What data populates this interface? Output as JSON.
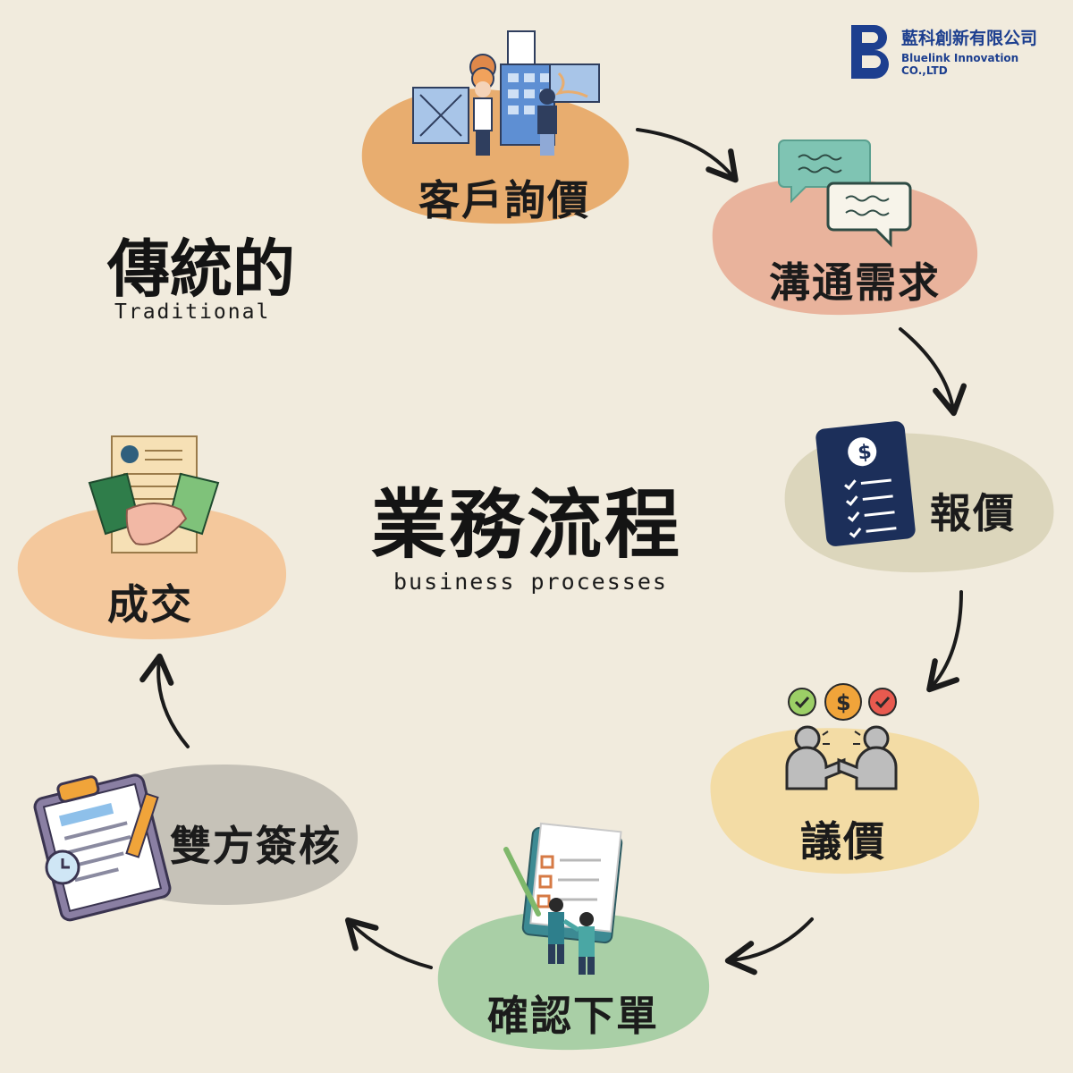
{
  "logo": {
    "name_zh": "藍科創新有限公司",
    "name_en": "Bluelink Innovation CO.,LTD",
    "mark_letter": "B",
    "color": "#1d3f8f"
  },
  "heading": {
    "main": "傳統的",
    "sub": "Traditional"
  },
  "center": {
    "main": "業務流程",
    "sub": "business processes"
  },
  "steps": [
    {
      "label": "客戶詢價",
      "color": "#e8ad6f",
      "icon": "customer-inquiry-illustration"
    },
    {
      "label": "溝通需求",
      "color": "#e9b39c",
      "icon": "chat-bubbles-icon"
    },
    {
      "label": "報價",
      "color": "#dcd6bc",
      "icon": "quote-document-icon"
    },
    {
      "label": "議價",
      "color": "#f3dca5",
      "icon": "negotiation-icon"
    },
    {
      "label": "確認下單",
      "color": "#a9cfa6",
      "icon": "order-confirm-illustration"
    },
    {
      "label": "雙方簽核",
      "color": "#c6c2b8",
      "icon": "clipboard-sign-icon"
    },
    {
      "label": "成交",
      "color": "#f4c89c",
      "icon": "handshake-contract-icon"
    }
  ]
}
